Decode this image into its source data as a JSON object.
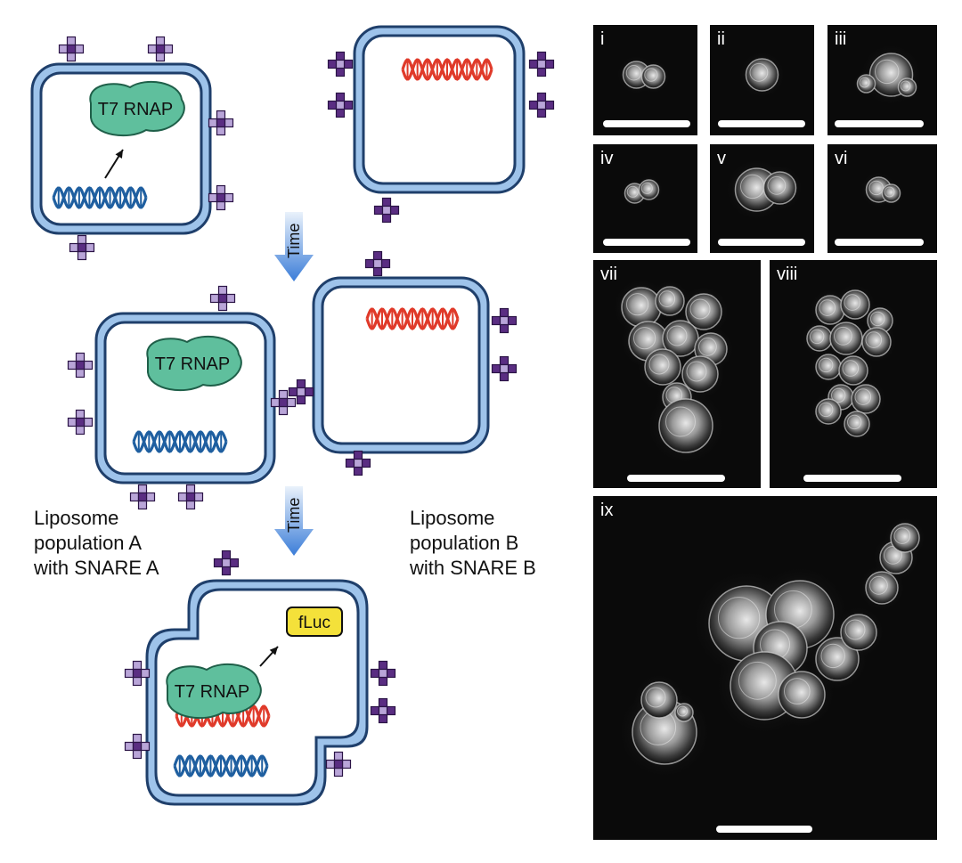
{
  "labels": {
    "protein": "T7 RNAP",
    "reporter": "fLuc",
    "time": "Time",
    "population_a": [
      "Liposome",
      "population A",
      "with SNARE A"
    ],
    "population_b": [
      "Liposome",
      "population B",
      "with SNARE B"
    ]
  },
  "panels": [
    {
      "id": "i",
      "label": "i"
    },
    {
      "id": "ii",
      "label": "ii"
    },
    {
      "id": "iii",
      "label": "iii"
    },
    {
      "id": "iv",
      "label": "iv"
    },
    {
      "id": "v",
      "label": "v"
    },
    {
      "id": "vi",
      "label": "vi"
    },
    {
      "id": "vii",
      "label": "vii"
    },
    {
      "id": "viii",
      "label": "viii"
    },
    {
      "id": "ix",
      "label": "ix"
    }
  ],
  "colors": {
    "membrane_outer": "#1f3f6b",
    "membrane_fill": "#9ec3ea",
    "protein": "#5fbf9d",
    "reporter": "#f4e13a",
    "dna_template": "#1f5fa0",
    "dna_target": "#e03a2a",
    "snare_dark": "#5a2d82",
    "snare_light": "#b9a5d8",
    "arrow_time": "#3b7dd8",
    "micrograph_bg": "#0a0a0a"
  },
  "icons": {
    "snare": "plus-cross-icon",
    "dna": "dna-helix-icon",
    "arrow": "down-arrow-icon"
  }
}
